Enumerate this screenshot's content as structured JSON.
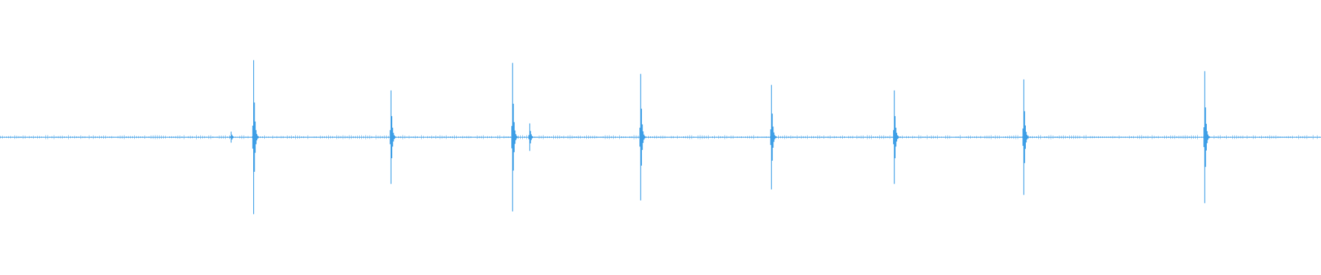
{
  "waveform": {
    "color": "#3d9ee6",
    "baseline_amplitude": 0.006,
    "peaks": [
      {
        "position": 0.175,
        "amplitude": 0.02
      },
      {
        "position": 0.192,
        "amplitude": 0.28
      },
      {
        "position": 0.296,
        "amplitude": 0.17
      },
      {
        "position": 0.388,
        "amplitude": 0.27
      },
      {
        "position": 0.401,
        "amplitude": 0.05
      },
      {
        "position": 0.485,
        "amplitude": 0.23
      },
      {
        "position": 0.584,
        "amplitude": 0.19
      },
      {
        "position": 0.677,
        "amplitude": 0.17
      },
      {
        "position": 0.775,
        "amplitude": 0.21
      },
      {
        "position": 0.912,
        "amplitude": 0.24
      }
    ]
  }
}
